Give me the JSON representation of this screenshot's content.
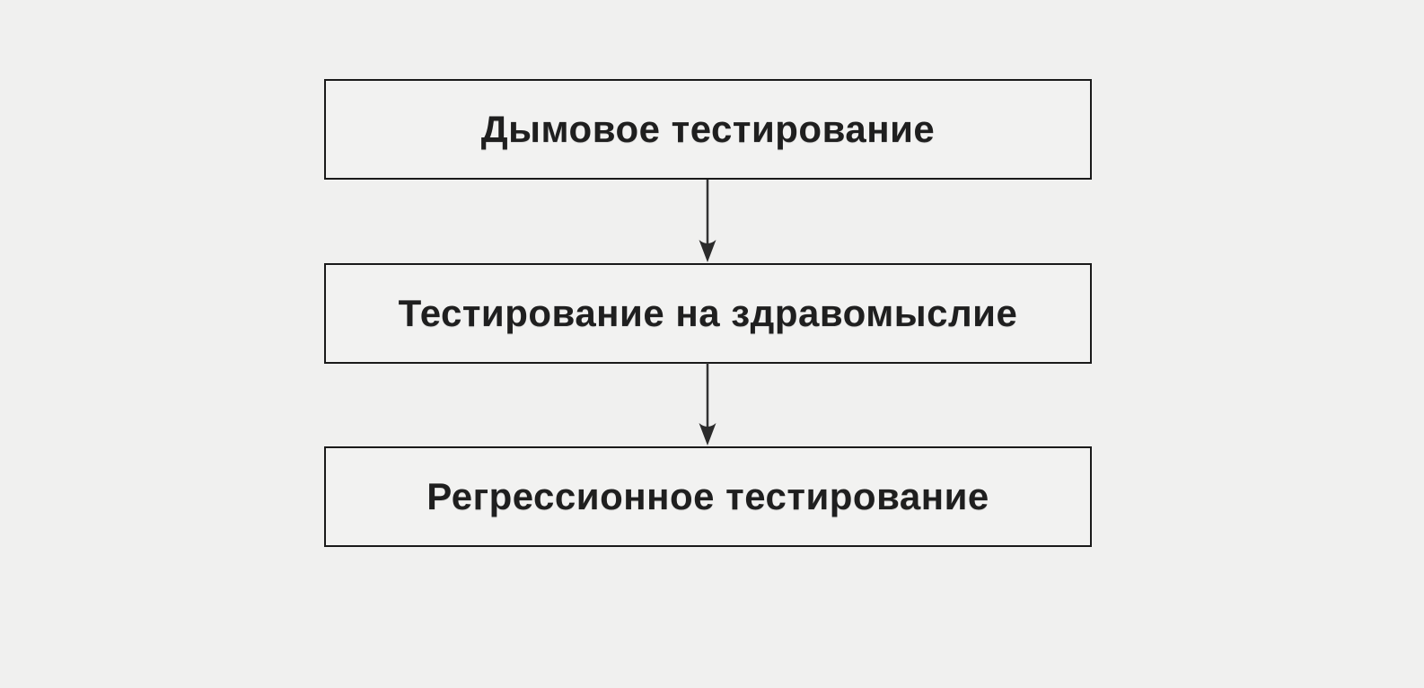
{
  "diagram": {
    "type": "flowchart",
    "direction": "top-down",
    "nodes": [
      {
        "id": "smoke",
        "label": "Дымовое тестирование"
      },
      {
        "id": "sanity",
        "label": "Тестирование на здравомыслие"
      },
      {
        "id": "regression",
        "label": "Регрессионное тестирование"
      }
    ],
    "edges": [
      {
        "from": "smoke",
        "to": "sanity"
      },
      {
        "from": "sanity",
        "to": "regression"
      }
    ],
    "colors": {
      "background": "#f0f0ef",
      "node_fill": "#f2f2f1",
      "node_border": "#1a1a1a",
      "text": "#1f1f1f",
      "arrow": "#333333"
    }
  }
}
